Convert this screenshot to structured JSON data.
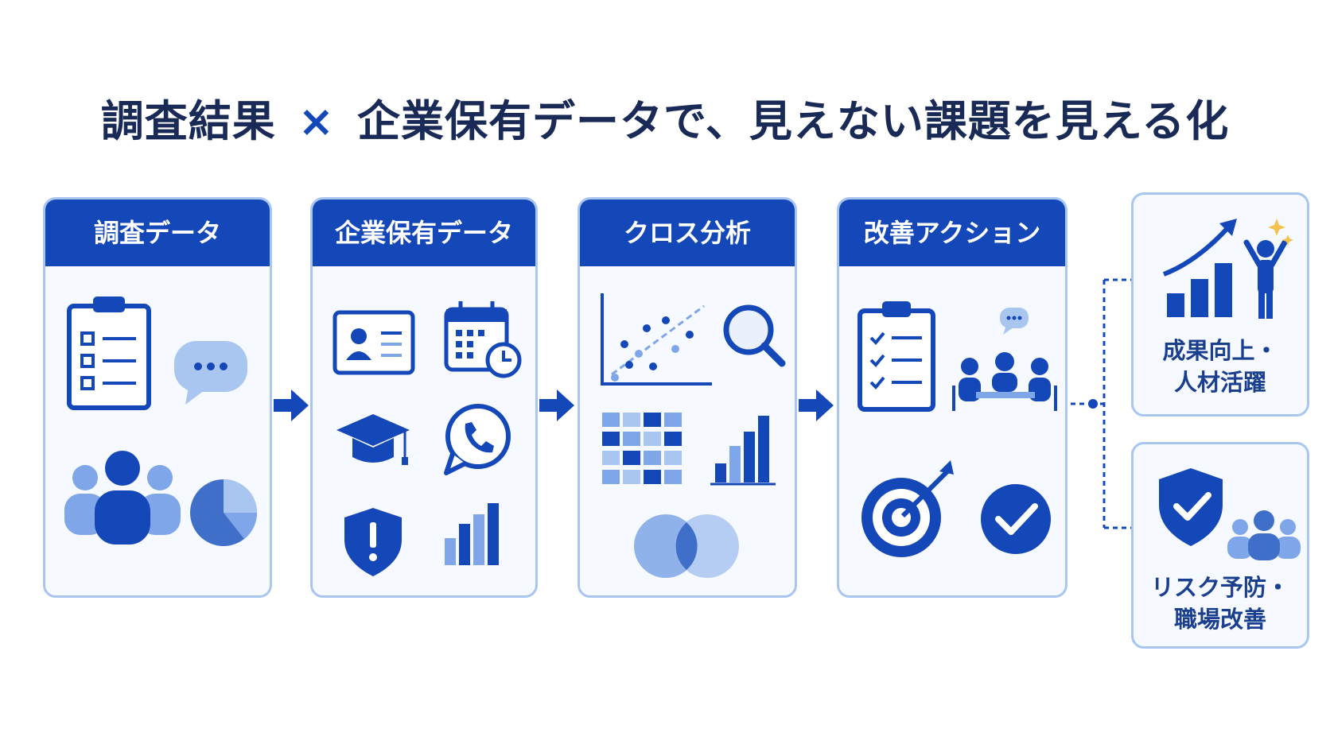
{
  "title": {
    "left": "調査結果",
    "cross": "×",
    "right": "企業保有データで、見えない課題を見える化"
  },
  "steps": [
    {
      "label": "調査データ"
    },
    {
      "label": "企業保有データ"
    },
    {
      "label": "クロス分析"
    },
    {
      "label": "改善アクション"
    }
  ],
  "outcomes": [
    {
      "line1": "成果向上・",
      "line2": "人材活躍"
    },
    {
      "line1": "リスク予防・",
      "line2": "職場改善"
    }
  ],
  "icons": {
    "step1": [
      "clipboard-checklist-icon",
      "chat-bubble-icon",
      "people-group-icon",
      "pie-chart-icon"
    ],
    "step2": [
      "id-card-icon",
      "calendar-clock-icon",
      "graduation-cap-icon",
      "phone-bubble-icon",
      "shield-alert-icon",
      "bar-chart-icon"
    ],
    "step3": [
      "scatter-plot-icon",
      "magnifier-icon",
      "heatmap-icon",
      "bar-chart-icon",
      "venn-diagram-icon"
    ],
    "step4": [
      "clipboard-checklist-icon",
      "meeting-icon",
      "target-icon",
      "check-circle-icon"
    ],
    "outcome1": [
      "growth-chart-icon",
      "celebrating-person-icon"
    ],
    "outcome2": [
      "shield-check-icon",
      "people-group-icon"
    ]
  },
  "colors": {
    "primary": "#1447b8",
    "light": "#7ea6e8",
    "border": "#a9c6f0",
    "title": "#1a2a57"
  }
}
